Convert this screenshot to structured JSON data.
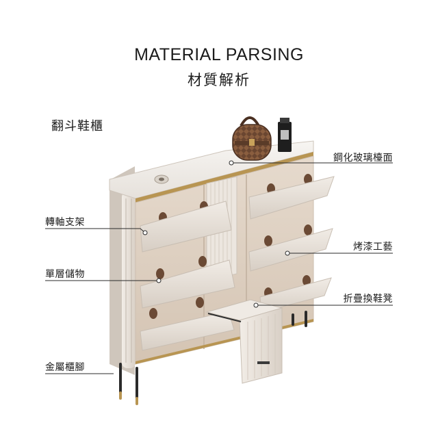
{
  "header": {
    "title": "MATERIAL PARSING",
    "subtitle": "材質解析"
  },
  "product": {
    "name": "翻斗鞋櫃"
  },
  "callouts": {
    "left": [
      {
        "label": "轉軸支架"
      },
      {
        "label": "單層儲物"
      },
      {
        "label": "金屬櫃腳"
      }
    ],
    "right": [
      {
        "label": "鋼化玻璃檯面"
      },
      {
        "label": "烤漆工藝"
      },
      {
        "label": "折疊換鞋凳"
      }
    ]
  },
  "colors": {
    "background": "#ffffff",
    "text": "#1b1b1b",
    "cabinet_body": "#e9e2da",
    "cabinet_inner": "#d8cabb",
    "gold_trim": "#b89552",
    "leg_dark": "#2b2b2b",
    "bag_brown": "#6b4a35"
  },
  "icons": {
    "cabinet": "flip-shoe-cabinet-illustration",
    "bag": "round-handbag-icon",
    "bottle": "perfume-bottle-icon"
  }
}
